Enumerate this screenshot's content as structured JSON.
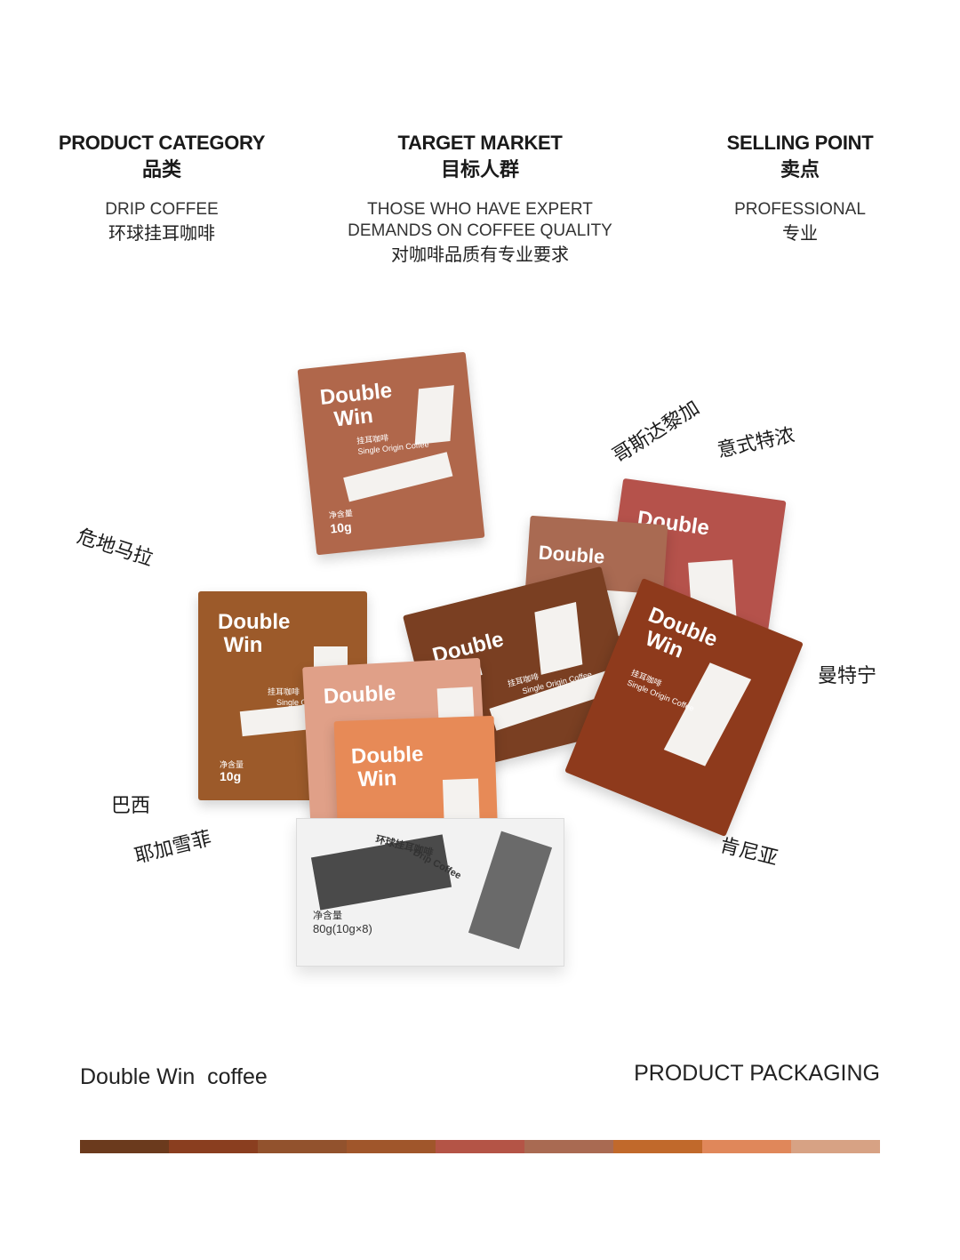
{
  "columns": [
    {
      "title_en": "PRODUCT CATEGORY",
      "title_zh": "品类",
      "desc_en": "DRIP COFFEE",
      "desc_zh": "环球挂耳咖啡"
    },
    {
      "title_en": "TARGET MARKET",
      "title_zh": "目标人群",
      "desc_en": "THOSE WHO HAVE EXPERT\nDEMANDS ON COFFEE QUALITY",
      "desc_zh": "对咖啡品质有专业要求"
    },
    {
      "title_en": "SELLING POINT",
      "title_zh": "卖点",
      "desc_en": "PROFESSIONAL",
      "desc_zh": "专业"
    }
  ],
  "origins": {
    "guatemala": "危地马拉",
    "costa_rica": "哥斯达黎加",
    "espresso": "意式特浓",
    "mandheling": "曼特宁",
    "brazil": "巴西",
    "yirgacheffe": "耶加雪菲",
    "kenya": "肯尼亚"
  },
  "packaging": {
    "brand_line1": "Double",
    "brand_line2": "Win",
    "pouch_zh": "挂耳咖啡",
    "pouch_en": "Single Origin Coffee",
    "net_label": "净含量",
    "net_weight": "10g",
    "box_zh": "环球挂耳咖啡",
    "box_en": "Drip Coffee",
    "box_net_label": "净含量",
    "box_net_weight": "80g(10g×8)"
  },
  "footer": {
    "brand": "Double Win  coffee",
    "caption": "PRODUCT PACKAGING"
  },
  "palette": [
    "#6b3a1d",
    "#8a3e1f",
    "#92522d",
    "#a0562b",
    "#b45446",
    "#a96a52",
    "#c1692b",
    "#e0875a",
    "#d7a284"
  ]
}
